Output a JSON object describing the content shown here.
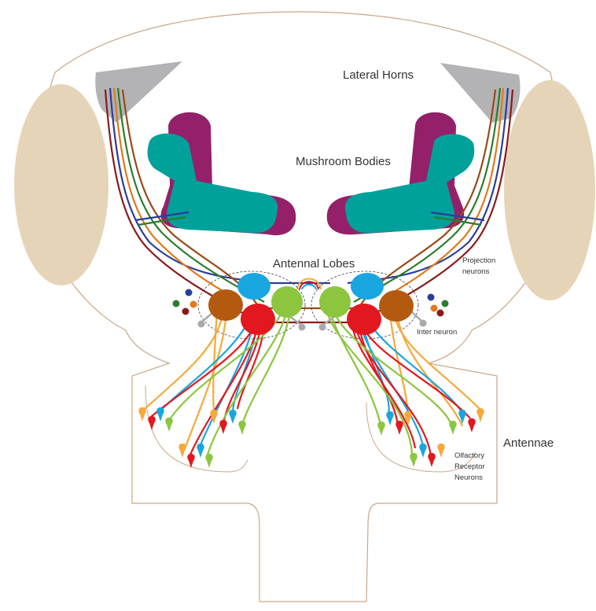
{
  "labels": {
    "lateral_horns": "Lateral Horns",
    "mushroom_bodies": "Mushroom Bodies",
    "antennal_lobes": "Antennal Lobes",
    "projection_neurons_line1": "Projection",
    "projection_neurons_line2": "neurons",
    "inter_neuron": "Inter neuron",
    "antennae": "Antennae",
    "orn_line1": "Olfactory",
    "orn_line2": "Receptor",
    "orn_line3": "Neurons"
  },
  "colors": {
    "outline": "#c9a887",
    "eye": "#e6d4b8",
    "lateral_horn": "#b3b3b5",
    "mushroom_purple": "#94206a",
    "mushroom_teal": "#00a19a",
    "pn_blue": "#2a3e9b",
    "pn_brown": "#9a4a18",
    "pn_orange": "#e07a1c",
    "pn_green": "#2a7d2e",
    "pn_darkred": "#8b1a1a",
    "glom_blue": "#19a6e0",
    "glom_brown": "#b45a10",
    "glom_green": "#8cc63f",
    "glom_red": "#e3171f",
    "orn_orange": "#f5a93a",
    "inter_gray": "#a9a9ad"
  }
}
